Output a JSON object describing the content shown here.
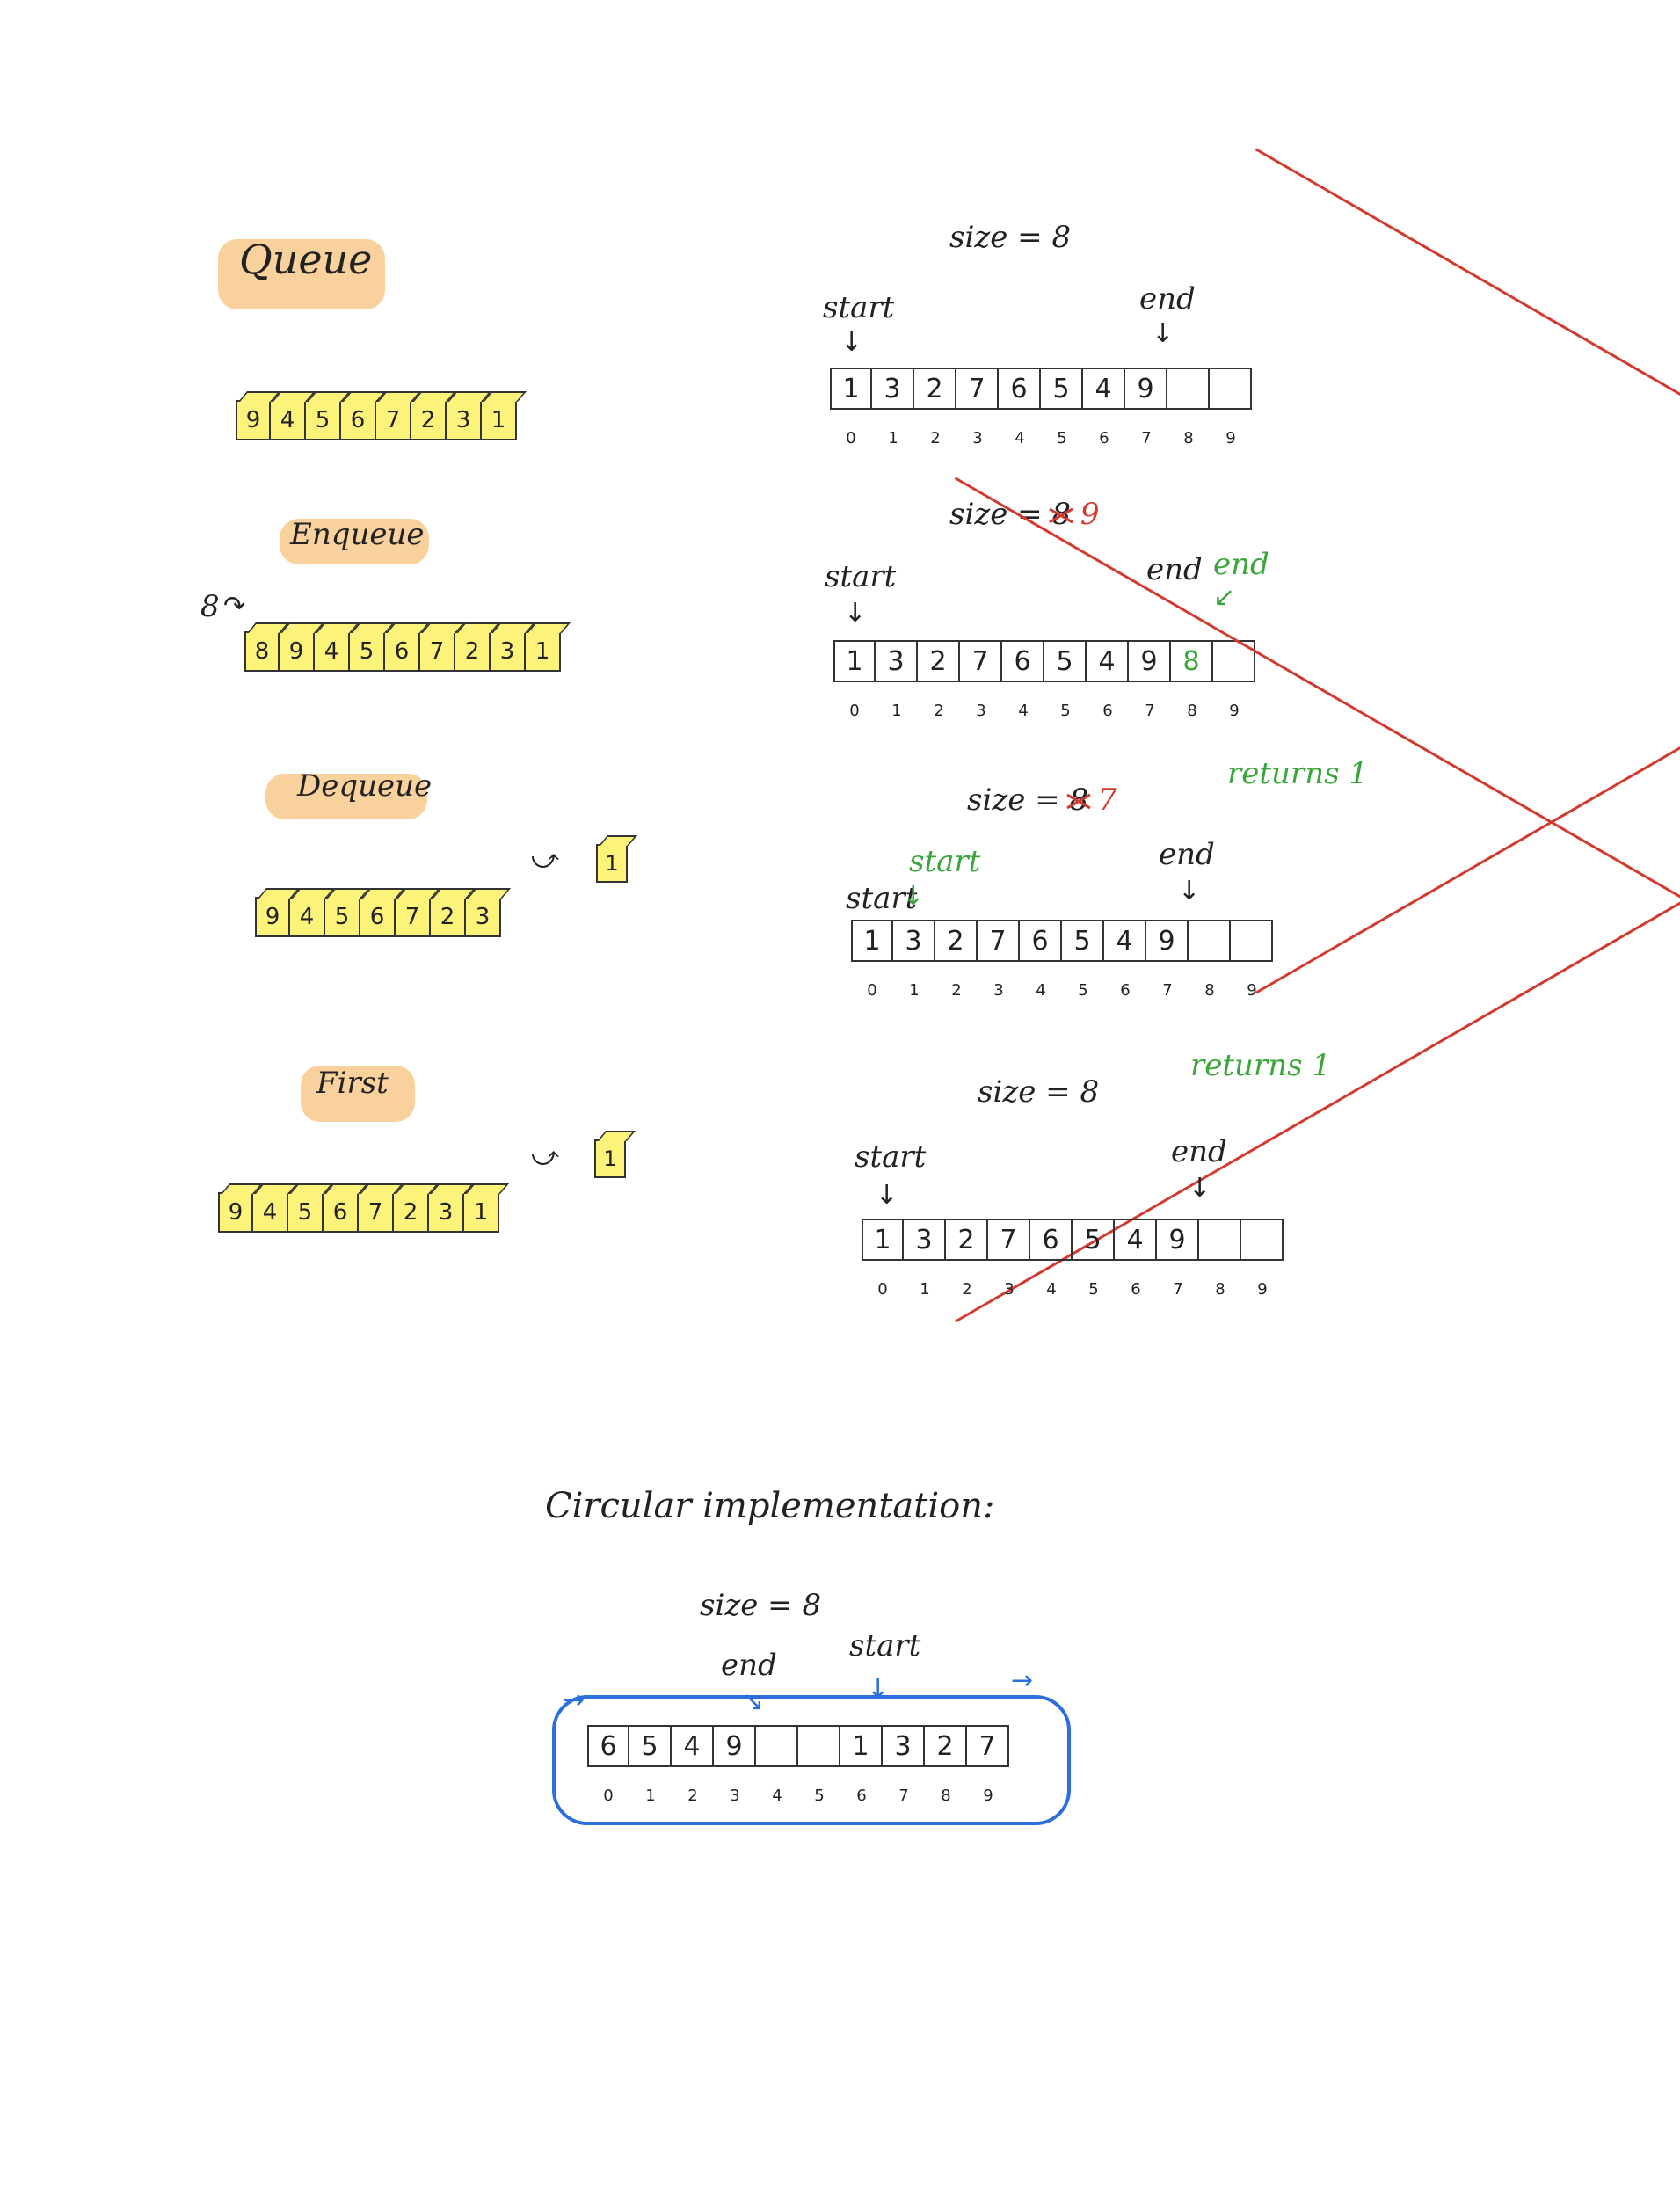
{
  "left": {
    "queue_title": "Queue",
    "queue_cells": [
      "9",
      "4",
      "5",
      "6",
      "7",
      "2",
      "3",
      "1"
    ],
    "enqueue_title": "Enqueue",
    "enqueue_incoming": "8",
    "enqueue_cells": [
      "8",
      "9",
      "4",
      "5",
      "6",
      "7",
      "2",
      "3",
      "1"
    ],
    "dequeue_title": "Dequeue",
    "dequeue_cells": [
      "9",
      "4",
      "5",
      "6",
      "7",
      "2",
      "3"
    ],
    "dequeue_out": "1",
    "first_title": "First",
    "first_cells": [
      "9",
      "4",
      "5",
      "6",
      "7",
      "2",
      "3",
      "1"
    ],
    "first_out": "1"
  },
  "right": {
    "indices": [
      "0",
      "1",
      "2",
      "3",
      "4",
      "5",
      "6",
      "7",
      "8",
      "9"
    ],
    "panel1": {
      "size_label": "size = 8",
      "start_label": "start",
      "end_label": "end",
      "cells": [
        "1",
        "3",
        "2",
        "7",
        "6",
        "5",
        "4",
        "9",
        "",
        ""
      ]
    },
    "panel2": {
      "size_prefix": "size =",
      "size_old": "8",
      "size_new": "9",
      "start_label": "start",
      "end_old": "end",
      "end_new": "end",
      "cells": [
        "1",
        "3",
        "2",
        "7",
        "6",
        "5",
        "4",
        "9",
        "8",
        ""
      ]
    },
    "panel3": {
      "size_prefix": "size =",
      "size_old": "8",
      "size_new": "7",
      "returns": "returns 1",
      "start_old": "start",
      "start_new": "start",
      "end_label": "end",
      "cells": [
        "1",
        "3",
        "2",
        "7",
        "6",
        "5",
        "4",
        "9",
        "",
        ""
      ]
    },
    "panel4": {
      "size_label": "size = 8",
      "returns": "returns 1",
      "start_label": "start",
      "end_label": "end",
      "cells": [
        "1",
        "3",
        "2",
        "7",
        "6",
        "5",
        "4",
        "9",
        "",
        ""
      ]
    }
  },
  "circular": {
    "title": "Circular implementation:",
    "size_label": "size = 8",
    "end_label": "end",
    "start_label": "start",
    "cells": [
      "6",
      "5",
      "4",
      "9",
      "",
      "",
      "1",
      "3",
      "2",
      "7"
    ]
  },
  "colors": {
    "highlight": "#f7c98b",
    "cube": "#fbf37a",
    "correction_red": "#d23a2f",
    "update_green": "#3aa53a",
    "wrap_blue": "#2a6fdb"
  }
}
